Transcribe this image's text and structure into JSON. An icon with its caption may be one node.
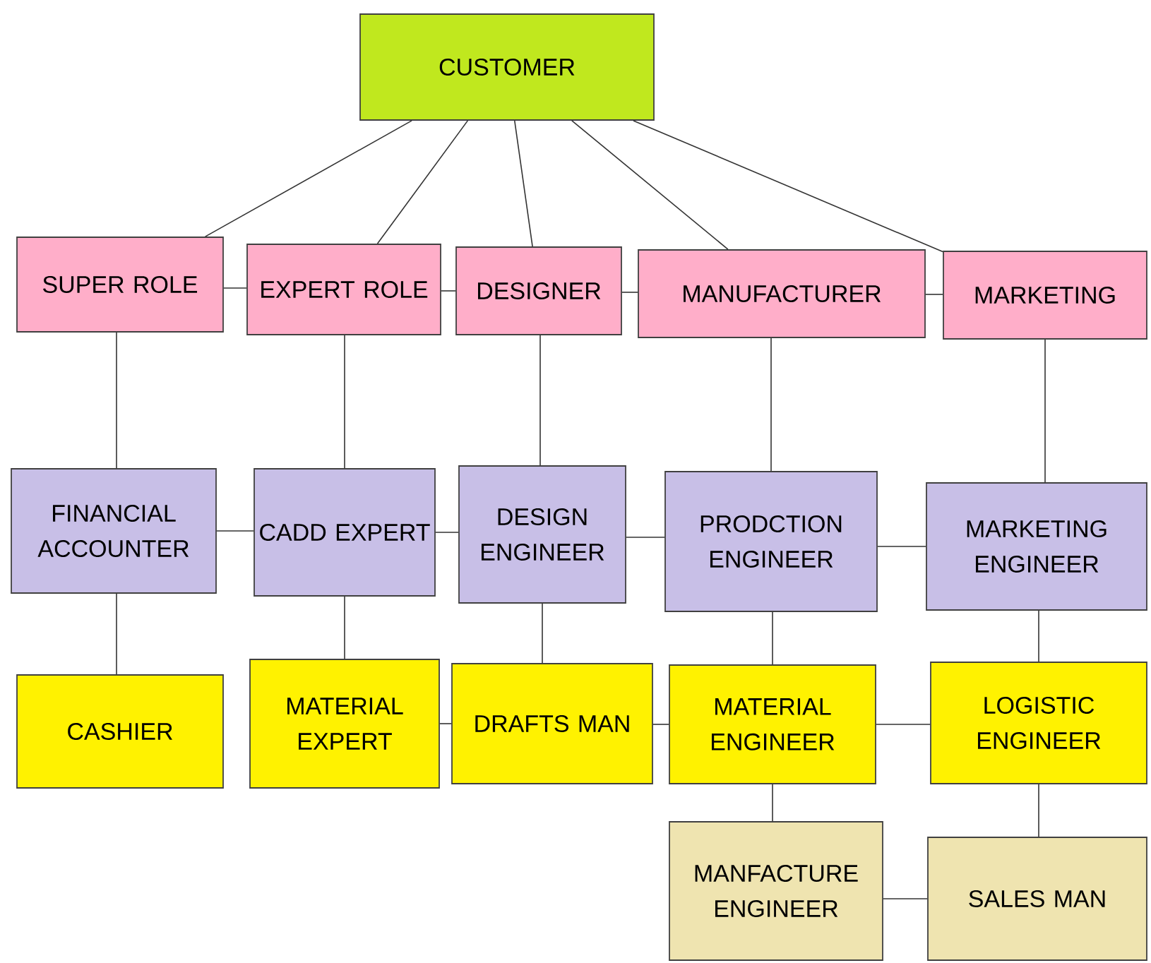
{
  "diagram": {
    "nodes": [
      {
        "text": [
          "CUSTOMER"
        ]
      },
      {
        "text": [
          "SUPER ROLE"
        ]
      },
      {
        "text": [
          "EXPERT ROLE"
        ]
      },
      {
        "text": [
          "DESIGNER"
        ]
      },
      {
        "text": [
          "MANUFACTURER"
        ]
      },
      {
        "text": [
          "MARKETING"
        ]
      },
      {
        "text": [
          "FINANCIAL ACCOUNTER"
        ]
      },
      {
        "text": [
          "CADD EXPERT"
        ]
      },
      {
        "text": [
          "DESIGN ENGINEER"
        ]
      },
      {
        "text": [
          "PRODCTION ENGINEER"
        ]
      },
      {
        "text": [
          "MARKETING ENGINEER"
        ]
      },
      {
        "text": [
          "CASHIER"
        ]
      },
      {
        "text": [
          "MATERIAL EXPERT"
        ]
      },
      {
        "text": [
          "DRAFTS MAN"
        ]
      },
      {
        "text": [
          "MATERIAL ENGINEER"
        ]
      },
      {
        "text": [
          "LOGISTIC ENGINEER"
        ]
      },
      {
        "text": [
          "MANFACTURE ENGINEER"
        ]
      },
      {
        "text": [
          "SALES MAN"
        ]
      }
    ],
    "edges": [
      {
        "from": 0,
        "to": 1,
        "arrow": "none"
      },
      {
        "from": 0,
        "to": 2,
        "arrow": "none"
      },
      {
        "from": 0,
        "to": 3,
        "arrow": "none"
      },
      {
        "from": 0,
        "to": 4,
        "arrow": "none"
      },
      {
        "from": 0,
        "to": 5,
        "arrow": "none"
      },
      {
        "from": 1,
        "to": 2,
        "arrow": "none"
      },
      {
        "from": 2,
        "to": 3,
        "arrow": "none"
      },
      {
        "from": 3,
        "to": 4,
        "arrow": "none"
      },
      {
        "from": 4,
        "to": 5,
        "arrow": "none"
      },
      {
        "from": 1,
        "to": 6,
        "arrow": "none"
      },
      {
        "from": 2,
        "to": 7,
        "arrow": "none"
      },
      {
        "from": 3,
        "to": 8,
        "arrow": "none"
      },
      {
        "from": 4,
        "to": 9,
        "arrow": "none"
      },
      {
        "from": 5,
        "to": 10,
        "arrow": "none"
      },
      {
        "from": 6,
        "to": 7,
        "arrow": "none"
      },
      {
        "from": 7,
        "to": 8,
        "arrow": "none"
      },
      {
        "from": 8,
        "to": 9,
        "arrow": "none"
      },
      {
        "from": 9,
        "to": 10,
        "arrow": "none"
      },
      {
        "from": 6,
        "to": 11,
        "arrow": "none"
      },
      {
        "from": 7,
        "to": 12,
        "arrow": "none"
      },
      {
        "from": 8,
        "to": 13,
        "arrow": "none"
      },
      {
        "from": 9,
        "to": 14,
        "arrow": "none"
      },
      {
        "from": 10,
        "to": 15,
        "arrow": "none"
      },
      {
        "from": 12,
        "to": 13,
        "arrow": "none"
      },
      {
        "from": 13,
        "to": 14,
        "arrow": "none"
      },
      {
        "from": 14,
        "to": 15,
        "arrow": "none"
      },
      {
        "from": 14,
        "to": 16,
        "arrow": "none"
      },
      {
        "from": 15,
        "to": 17,
        "arrow": "none"
      },
      {
        "from": 16,
        "to": 17,
        "arrow": "none"
      }
    ]
  }
}
